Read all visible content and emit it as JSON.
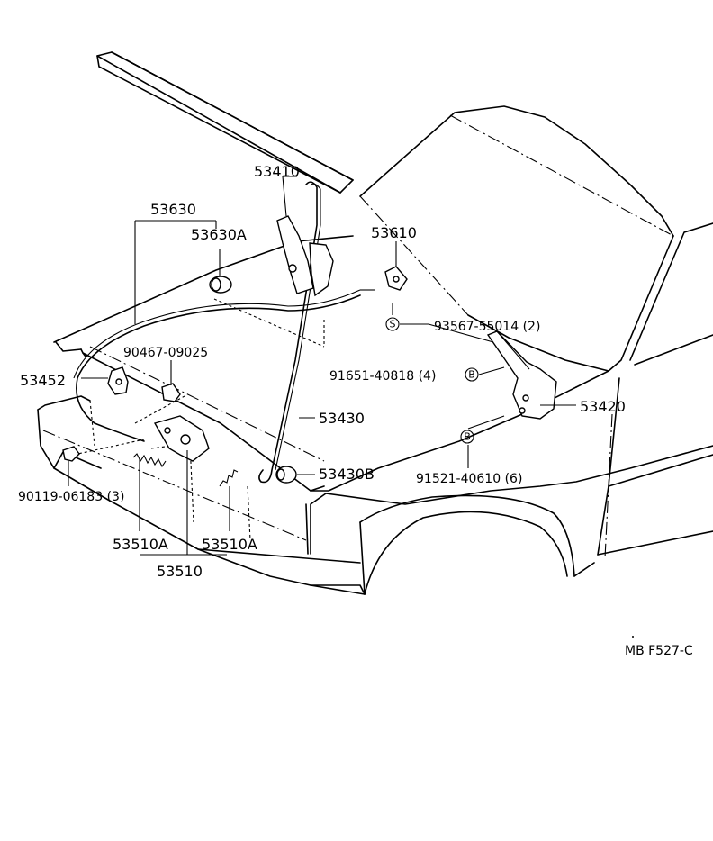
{
  "labels": {
    "p53410": "53410",
    "p53630": "53630",
    "p53630A": "53630A",
    "p53610": "53610",
    "p93567": "93567-55014 (2)",
    "p90467": "90467-09025",
    "p53452": "53452",
    "p91651": "91651-40818 (4)",
    "p53420": "53420",
    "p53430": "53430",
    "p53430B": "53430B",
    "p91521": "91521-40610 (6)",
    "p90119": "90119-06183 (3)",
    "p53510A_left": "53510A",
    "p53510A_right": "53510A",
    "p53510": "53510"
  },
  "symbols": {
    "s_mark": "S",
    "b_mark_1": "B",
    "b_mark_2": "B"
  },
  "reference": {
    "code": "MB F527-C"
  }
}
